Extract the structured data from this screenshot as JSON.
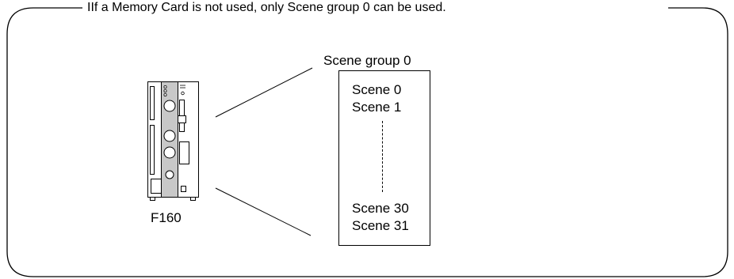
{
  "note": "IIf a Memory Card is not used, only Scene group 0 can be used.",
  "device": {
    "label": "F160"
  },
  "scene_group": {
    "title": "Scene group 0",
    "scenes": [
      "Scene 0",
      "Scene 1",
      "Scene 30",
      "Scene 31"
    ]
  },
  "colors": {
    "line": "#000000",
    "device_panel": "#c8c8c8",
    "background": "#ffffff"
  }
}
